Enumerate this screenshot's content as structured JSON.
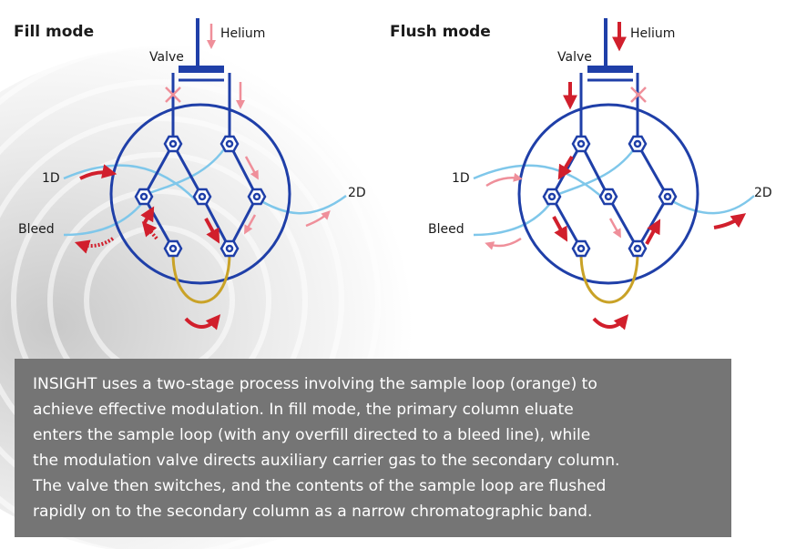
{
  "colors": {
    "circle": "#1f3fa8",
    "valve": "#1f3fa8",
    "capillary": "#7fc7ea",
    "loop": "#c9a227",
    "arrow_strong": "#d11f2c",
    "arrow_light": "#ef8f9a",
    "caption_bg": "#757575"
  },
  "panels": [
    {
      "title": "Fill mode",
      "labels": {
        "helium": "Helium",
        "valve": "Valve",
        "first_dim": "1D",
        "bleed": "Bleed",
        "second_dim": "2D"
      }
    },
    {
      "title": "Flush mode",
      "labels": {
        "helium": "Helium",
        "valve": "Valve",
        "first_dim": "1D",
        "bleed": "Bleed",
        "second_dim": "2D"
      }
    }
  ],
  "caption": "INSIGHT uses a two-stage process involving the sample loop (orange) to\nachieve effective modulation. In fill mode, the primary column eluate\nenters the sample loop (with any overfill directed to a bleed line), while\nthe modulation valve directs auxiliary carrier gas to the secondary column.\nThe valve then switches, and the contents of the sample loop are flushed\nrapidly on to the secondary column as a narrow chromatographic band."
}
